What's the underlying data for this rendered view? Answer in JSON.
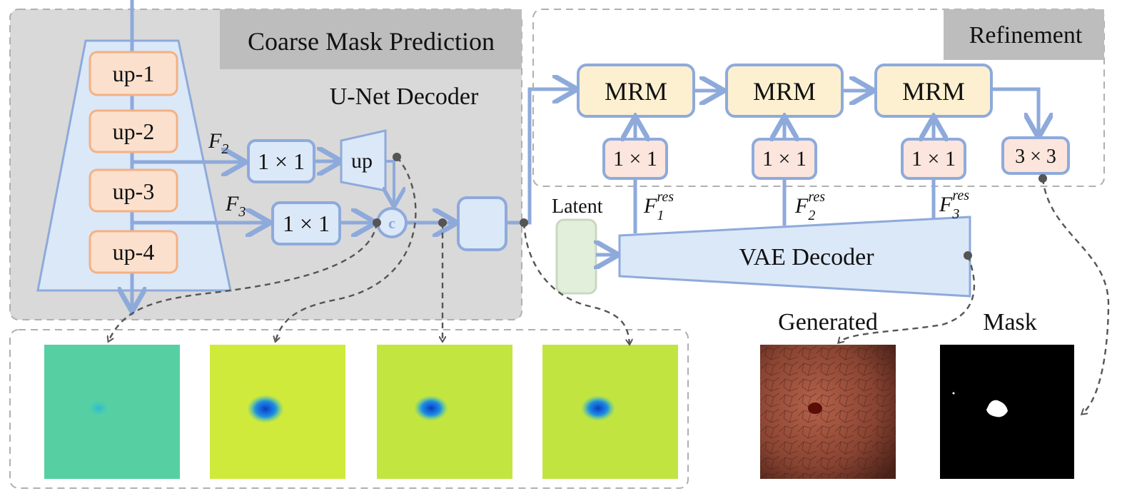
{
  "coarse": {
    "title": "Coarse Mask Prediction",
    "subtitle": "U-Net Decoder",
    "up_blocks": [
      "up-1",
      "up-2",
      "up-3",
      "up-4"
    ],
    "f2_label": "F",
    "f2_sub": "2",
    "f3_label": "F",
    "f3_sub": "3",
    "conv_f2": "1 × 1",
    "conv_f3": "1 × 1",
    "up_label": "up",
    "concat_label": "c"
  },
  "refinement": {
    "title": "Refinement",
    "mrm": [
      "MRM",
      "MRM",
      "MRM"
    ],
    "conv_res": [
      "1 × 1",
      "1 × 1",
      "1 × 1"
    ],
    "conv_out": "3 × 3",
    "res_labels": [
      {
        "base": "F",
        "sub": "1",
        "sup": "res"
      },
      {
        "base": "F",
        "sub": "2",
        "sup": "res"
      },
      {
        "base": "F",
        "sub": "3",
        "sup": "res"
      }
    ]
  },
  "vae": {
    "latent_label": "Latent",
    "decoder_label": "VAE Decoder"
  },
  "outputs": {
    "generated_label": "Generated",
    "mask_label": "Mask"
  },
  "colors": {
    "panel_gray": "#d9d9d9",
    "title_box": "#bdbdbd",
    "arrow_blue": "#8eaadb",
    "block_fill_blue": "#dbe8f8",
    "up_fill": "#fbe0cd",
    "up_stroke": "#f4b183",
    "mrm_fill": "#fdf0d0",
    "conv_fill": "#fbe5dc",
    "latent_fill": "#e2efda",
    "dashed": "#a6a6a6",
    "dark_dash": "#555555"
  }
}
